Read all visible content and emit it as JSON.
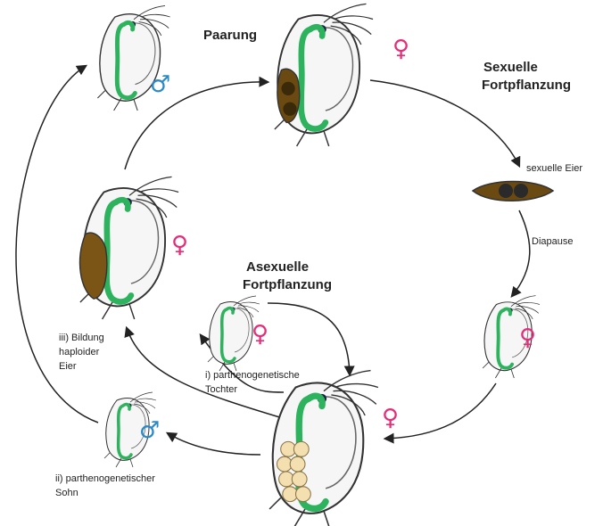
{
  "colors": {
    "female": "#e0307a",
    "male": "#2a8ac8",
    "gut": "#2db35d",
    "egg_brown": "#6b4a12",
    "egg_pale": "#f3dfb0",
    "outline": "#333333"
  },
  "labels": {
    "paarung": "Paarung",
    "sexuelle_fortpflanzung_1": "Sexuelle",
    "sexuelle_fortpflanzung_2": "Fortpflanzung",
    "sexuelle_eier": "sexuelle Eier",
    "diapause": "Diapause",
    "asexuelle_fortpflanzung_1": "Asexuelle",
    "asexuelle_fortpflanzung_2": "Fortpflanzung",
    "bildung_1": "iii) Bildung",
    "bildung_2": "haploider",
    "bildung_3": "Eier",
    "tochter_1": "i) parthenogenetische",
    "tochter_2": "Tochter",
    "sohn_1": "ii) parthenogenetischer",
    "sohn_2": "Sohn"
  },
  "symbols": {
    "female": "♀",
    "male": "♂"
  }
}
